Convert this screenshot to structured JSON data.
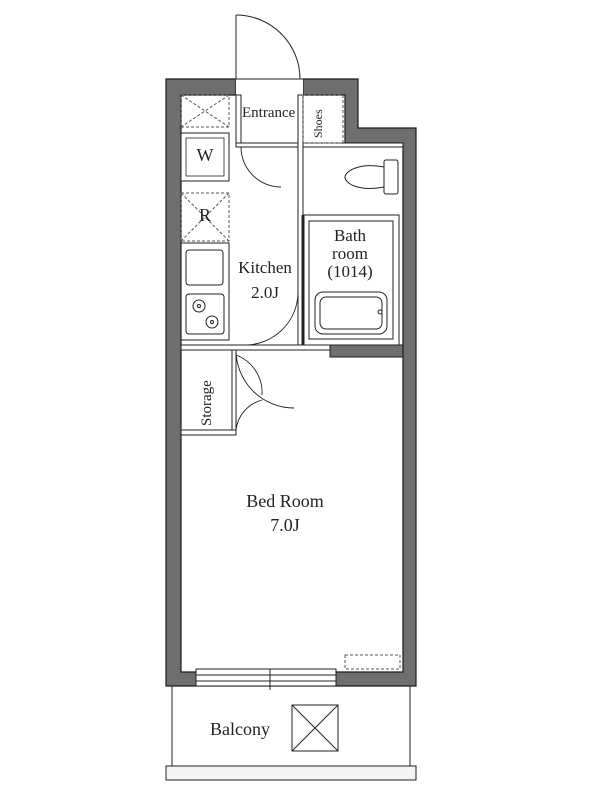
{
  "labels": {
    "entrance": "Entrance",
    "shoes": "Shoes",
    "washer": "W",
    "fridge": "R",
    "kitchen": "Kitchen",
    "kitchen_size": "2.0J",
    "bath_line1": "Bath",
    "bath_line2": "room",
    "bath_line3": "(1014)",
    "storage": "Storage",
    "bedroom": "Bed Room",
    "bedroom_size": "7.0J",
    "balcony": "Balcony"
  },
  "colors": {
    "wall": "#6f6f6f",
    "wall_outline": "#1a1a1a",
    "line": "#222222",
    "dashed": "#555555"
  }
}
